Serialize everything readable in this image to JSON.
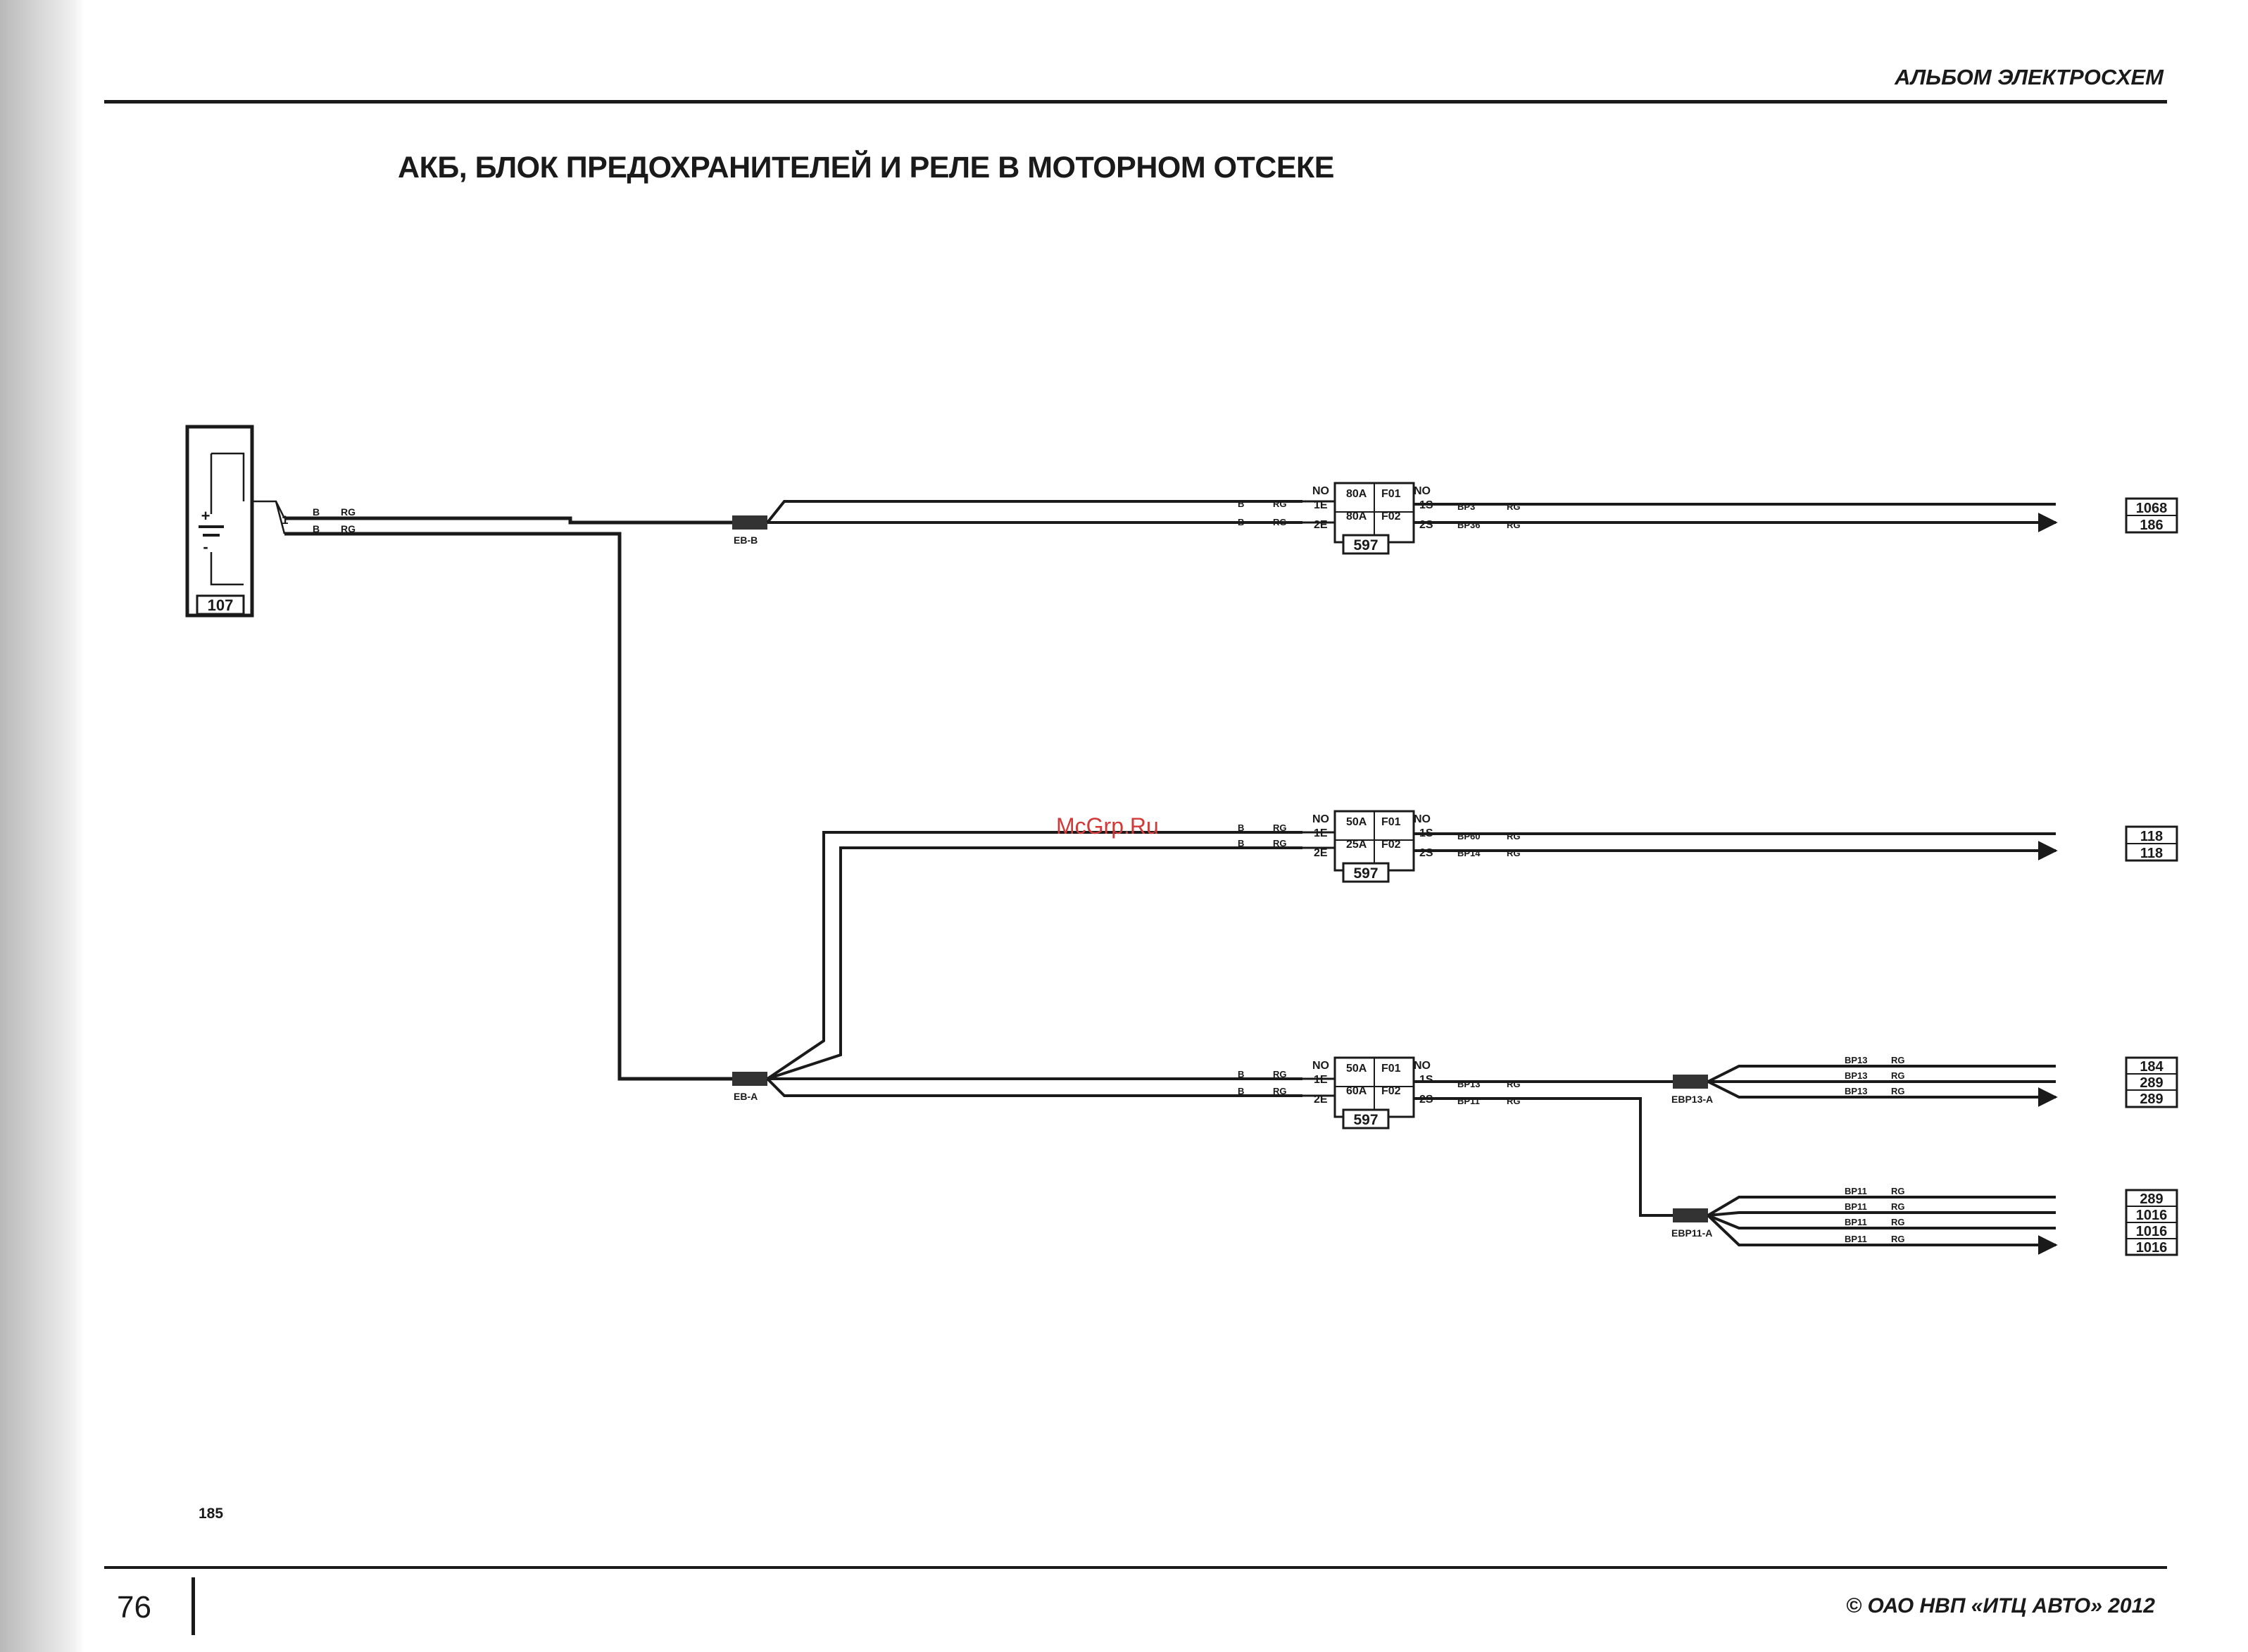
{
  "header": {
    "album_title": "АЛЬБОМ ЭЛЕКТРОСХЕМ",
    "page_title": "АКБ, БЛОК ПРЕДОХРАНИТЕЛЕЙ И РЕЛЕ В МОТОРНОМ ОТСЕКЕ"
  },
  "footer": {
    "page_number": "76",
    "page_reference": "185",
    "copyright": "©   ОАО НВП «ИТЦ АВТО»   2012"
  },
  "watermark": "McGrp.Ru",
  "battery": {
    "id": "107",
    "plus": "+",
    "minus": "-",
    "pin": "1",
    "wire_colors": [
      "B",
      "B"
    ],
    "wire_codes": [
      "RG",
      "RG"
    ]
  },
  "splices": {
    "top": "EB-B",
    "bottom": "EB-A",
    "ebp13": "EBP13-A",
    "ebp11": "EBP11-A"
  },
  "fuse_blocks": [
    {
      "id": "597",
      "input_pins": [
        "1E",
        "2E"
      ],
      "input_no": "NO",
      "output_no": "NO",
      "ratings": [
        "80A",
        "80A"
      ],
      "fuses": [
        "F01",
        "F02"
      ],
      "output_pins": [
        "1S",
        "2S"
      ],
      "in_wires": [
        [
          "B",
          "RG"
        ],
        [
          "B",
          "RG"
        ]
      ],
      "out_wires": [
        [
          "BP3",
          "RG"
        ],
        [
          "BP36",
          "RG"
        ]
      ]
    },
    {
      "id": "597",
      "input_pins": [
        "1E",
        "2E"
      ],
      "input_no": "NO",
      "output_no": "NO",
      "ratings": [
        "50A",
        "25A"
      ],
      "fuses": [
        "F01",
        "F02"
      ],
      "output_pins": [
        "1S",
        "2S"
      ],
      "in_wires": [
        [
          "B",
          "RG"
        ],
        [
          "B",
          "RG"
        ]
      ],
      "out_wires": [
        [
          "BP60",
          "RG"
        ],
        [
          "BP14",
          "RG"
        ]
      ]
    },
    {
      "id": "597",
      "input_pins": [
        "1E",
        "2E"
      ],
      "input_no": "NO",
      "output_no": "NO",
      "ratings": [
        "50A",
        "60A"
      ],
      "fuses": [
        "F01",
        "F02"
      ],
      "output_pins": [
        "1S",
        "2S"
      ],
      "in_wires": [
        [
          "B",
          "RG"
        ],
        [
          "B",
          "RG"
        ]
      ],
      "out_wires": [
        [
          "BP13",
          "RG"
        ],
        [
          "BP11",
          "RG"
        ]
      ]
    }
  ],
  "branch_wires": {
    "ebp13": [
      [
        "BP13",
        "RG"
      ],
      [
        "BP13",
        "RG"
      ],
      [
        "BP13",
        "RG"
      ]
    ],
    "ebp11": [
      [
        "BP11",
        "RG"
      ],
      [
        "BP11",
        "RG"
      ],
      [
        "BP11",
        "RG"
      ],
      [
        "BP11",
        "RG"
      ]
    ]
  },
  "references": {
    "group1": [
      "1068",
      "186"
    ],
    "group2": [
      "118",
      "118"
    ],
    "group3": [
      "184",
      "289",
      "289"
    ],
    "group4": [
      "289",
      "1016",
      "1016",
      "1016"
    ]
  }
}
